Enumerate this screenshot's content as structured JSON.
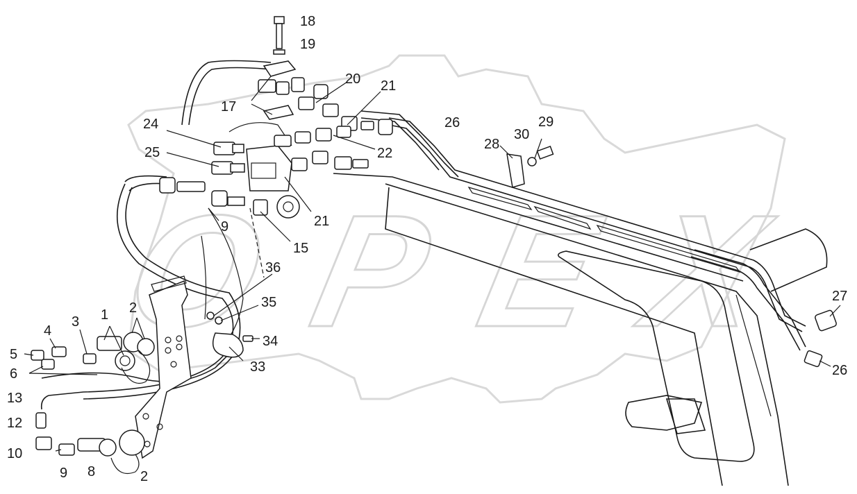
{
  "watermark": {
    "text": "OPEX"
  },
  "corner_mark": "",
  "callouts": [
    {
      "id": "c18",
      "text": "18"
    },
    {
      "id": "c19",
      "text": "19"
    },
    {
      "id": "c20",
      "text": "20"
    },
    {
      "id": "c21a",
      "text": "21"
    },
    {
      "id": "c17",
      "text": "17"
    },
    {
      "id": "c24",
      "text": "24"
    },
    {
      "id": "c22",
      "text": "22"
    },
    {
      "id": "c25",
      "text": "25"
    },
    {
      "id": "c21b",
      "text": "21"
    },
    {
      "id": "c9a",
      "text": "9"
    },
    {
      "id": "c15",
      "text": "15"
    },
    {
      "id": "c26a",
      "text": "26"
    },
    {
      "id": "c30",
      "text": "30"
    },
    {
      "id": "c29",
      "text": "29"
    },
    {
      "id": "c28",
      "text": "28"
    },
    {
      "id": "c36",
      "text": "36"
    },
    {
      "id": "c35",
      "text": "35"
    },
    {
      "id": "c34",
      "text": "34"
    },
    {
      "id": "c33",
      "text": "33"
    },
    {
      "id": "c1",
      "text": "1"
    },
    {
      "id": "c2a",
      "text": "2"
    },
    {
      "id": "c3",
      "text": "3"
    },
    {
      "id": "c4",
      "text": "4"
    },
    {
      "id": "c5",
      "text": "5"
    },
    {
      "id": "c6",
      "text": "6"
    },
    {
      "id": "c13",
      "text": "13"
    },
    {
      "id": "c12",
      "text": "12"
    },
    {
      "id": "c10",
      "text": "10"
    },
    {
      "id": "c9b",
      "text": "9"
    },
    {
      "id": "c8",
      "text": "8"
    },
    {
      "id": "c2b",
      "text": "2"
    },
    {
      "id": "c27",
      "text": "27"
    },
    {
      "id": "c26b",
      "text": "26"
    }
  ]
}
